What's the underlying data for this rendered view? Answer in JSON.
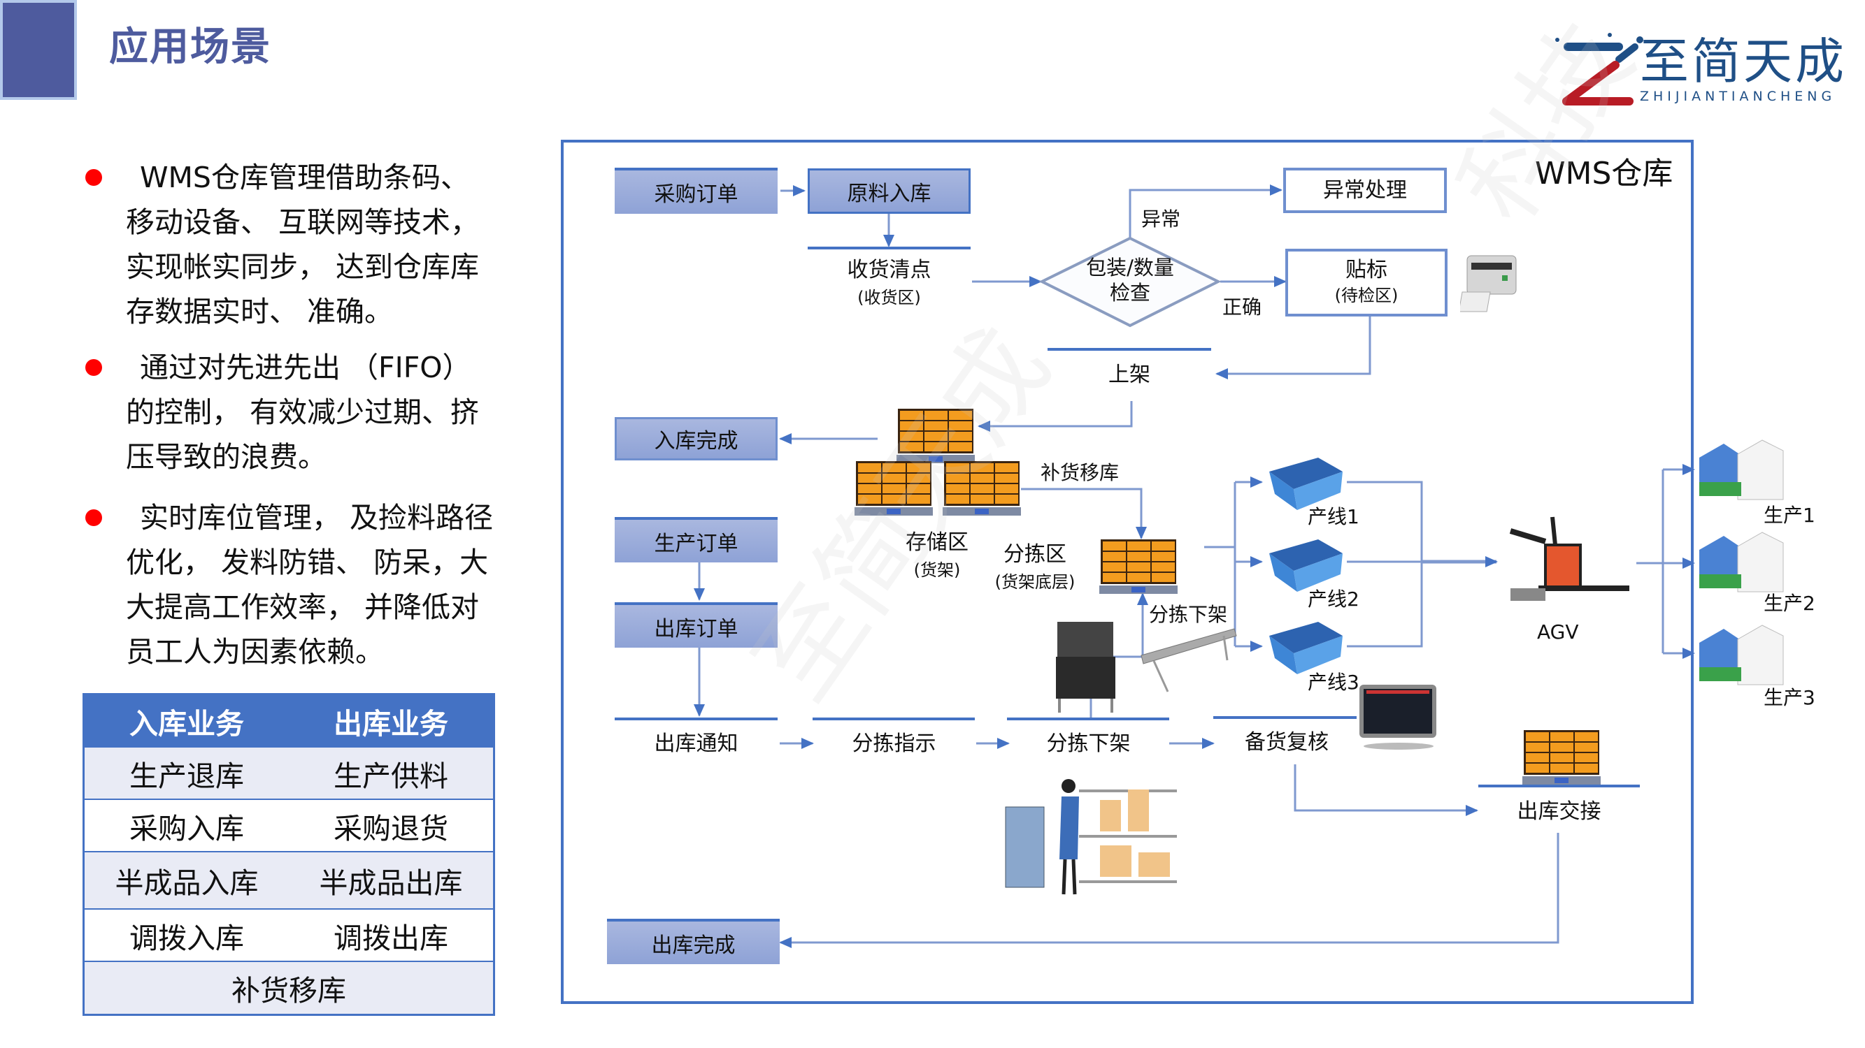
{
  "header": {
    "title": "应用场景",
    "logo": {
      "cn": "至简天成",
      "en": "ZHIJIANTIANCHENG"
    }
  },
  "bullets": [
    {
      "text": "WMS仓库管理借助条码、移动设备、 互联网等技术，实现帐实同步， 达到仓库库存数据实时、 准确。"
    },
    {
      "text": "通过对先进先出 （FIFO）的控制， 有效减少过期、挤压导致的浪费。"
    },
    {
      "text": "实时库位管理， 及捡料路径优化， 发料防错、 防呆，大大提高工作效率， 并降低对员工人为因素依赖。"
    }
  ],
  "business_table": {
    "headers": [
      "入库业务",
      "出库业务"
    ],
    "rows": [
      [
        "生产退库",
        "生产供料"
      ],
      [
        "采购入库",
        "采购退货"
      ],
      [
        "半成品入库",
        "半成品出库"
      ],
      [
        "调拨入库",
        "调拨出库"
      ]
    ],
    "footer": "补货移库"
  },
  "diagram": {
    "title": "WMS仓库",
    "boxes": {
      "purchase_order": "采购订单",
      "raw_inbound": "原料入库",
      "inbound_done": "入库完成",
      "production_order": "生产订单",
      "outbound_order": "出库订单",
      "outbound_done": "出库完成",
      "exception_handling": "异常处理",
      "labeling": "贴标",
      "labeling_sub": "(待检区)"
    },
    "decision": {
      "line1": "包装/数量",
      "line2": "检查"
    },
    "stages": {
      "receiving": "收货清点",
      "receiving_sub": "(收货区)",
      "putaway": "上架",
      "outbound_notice": "出库通知",
      "picking_instruction": "分拣指示",
      "picking_offshelf": "分拣下架",
      "prep_check": "备货复核",
      "outbound_handover": "出库交接"
    },
    "labels": {
      "abnormal": "异常",
      "correct": "正确",
      "replenish_transfer": "补货移库",
      "storage_area": "存储区",
      "storage_area_sub": "(货架)",
      "picking_area": "分拣区",
      "picking_area_sub": "(货架底层)",
      "picking_offshelf_side": "分拣下架",
      "line1": "产线1",
      "line2": "产线2",
      "line3": "产线3",
      "agv": "AGV",
      "prod1": "生产1",
      "prod2": "生产2",
      "prod3": "生产3"
    }
  },
  "colors": {
    "accent": "#4472c4",
    "title": "#4e5b9e",
    "bullet": "#ff0000",
    "pallet": "#f39c1f",
    "logo_blue": "#1f4f86",
    "logo_red": "#b81c25"
  }
}
